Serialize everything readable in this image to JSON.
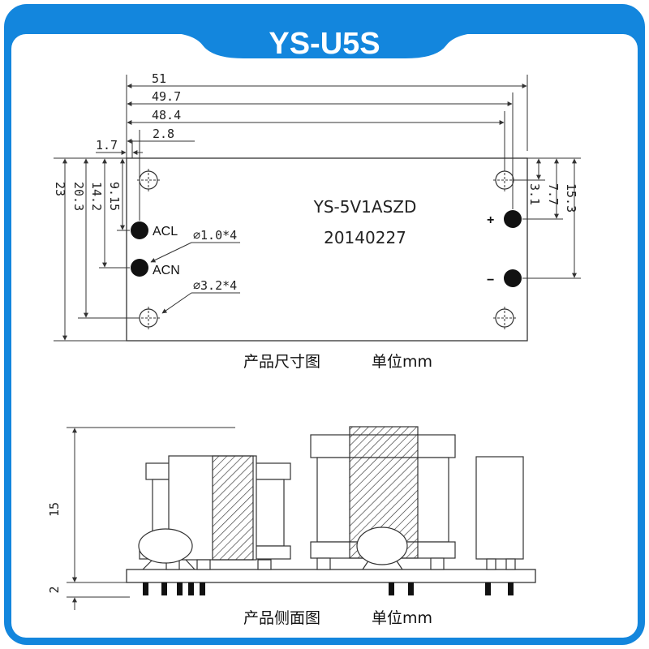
{
  "header": {
    "title": "YS-U5S",
    "color": "#1386dd"
  },
  "top_view": {
    "model": "YS-5V1ASZD",
    "date_code": "20140227",
    "pins": {
      "acl": "ACL",
      "acn": "ACN",
      "plus": "+",
      "minus": "−"
    },
    "hole_notes": {
      "pin_hole": "∅1.0*4",
      "mount_hole": "∅3.2*4"
    },
    "dimensions": {
      "d51": "51",
      "d49_7": "49.7",
      "d48_4": "48.4",
      "d2_8": "2.8",
      "d1_7": "1.7",
      "d23": "23",
      "d20_3": "20.3",
      "d14_2": "14.2",
      "d9_15": "9.15",
      "d3_1": "3.1",
      "d7_7": "7.7",
      "d15_3": "15.3"
    },
    "caption": {
      "label": "产品尺寸图",
      "unit": "单位mm"
    }
  },
  "side_view": {
    "dimensions": {
      "d15": "15",
      "d2": "2"
    },
    "caption": {
      "label": "产品侧面图",
      "unit": "单位mm"
    }
  }
}
